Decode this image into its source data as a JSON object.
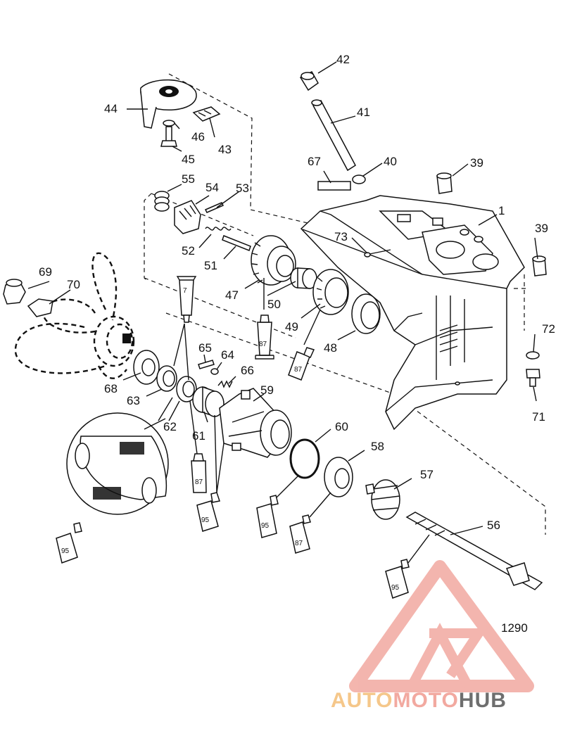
{
  "diagram_id": "1290",
  "callouts": [
    {
      "id": "p1",
      "text": "1"
    },
    {
      "id": "p39a",
      "text": "39"
    },
    {
      "id": "p39b",
      "text": "39"
    },
    {
      "id": "p40",
      "text": "40"
    },
    {
      "id": "p41",
      "text": "41"
    },
    {
      "id": "p42",
      "text": "42"
    },
    {
      "id": "p43",
      "text": "43"
    },
    {
      "id": "p44",
      "text": "44"
    },
    {
      "id": "p45",
      "text": "45"
    },
    {
      "id": "p46",
      "text": "46"
    },
    {
      "id": "p47",
      "text": "47"
    },
    {
      "id": "p48",
      "text": "48"
    },
    {
      "id": "p49",
      "text": "49"
    },
    {
      "id": "p50",
      "text": "50"
    },
    {
      "id": "p51",
      "text": "51"
    },
    {
      "id": "p52",
      "text": "52"
    },
    {
      "id": "p53",
      "text": "53"
    },
    {
      "id": "p54",
      "text": "54"
    },
    {
      "id": "p55",
      "text": "55"
    },
    {
      "id": "p56",
      "text": "56"
    },
    {
      "id": "p57",
      "text": "57"
    },
    {
      "id": "p58",
      "text": "58"
    },
    {
      "id": "p59",
      "text": "59"
    },
    {
      "id": "p60",
      "text": "60"
    },
    {
      "id": "p61",
      "text": "61"
    },
    {
      "id": "p62",
      "text": "62"
    },
    {
      "id": "p63",
      "text": "63"
    },
    {
      "id": "p64",
      "text": "64"
    },
    {
      "id": "p65",
      "text": "65"
    },
    {
      "id": "p66",
      "text": "66"
    },
    {
      "id": "p67",
      "text": "67"
    },
    {
      "id": "p68",
      "text": "68"
    },
    {
      "id": "p69",
      "text": "69"
    },
    {
      "id": "p70",
      "text": "70"
    },
    {
      "id": "p71",
      "text": "71"
    },
    {
      "id": "p72",
      "text": "72"
    },
    {
      "id": "p73",
      "text": "73"
    }
  ],
  "lubricant_tubes": [
    {
      "id": "t7",
      "text": "7"
    },
    {
      "id": "t87a",
      "text": "87"
    },
    {
      "id": "t87b",
      "text": "87"
    },
    {
      "id": "t87c",
      "text": "87"
    },
    {
      "id": "t87d",
      "text": "87"
    },
    {
      "id": "t95a",
      "text": "95"
    },
    {
      "id": "t95b",
      "text": "95"
    },
    {
      "id": "t95c",
      "text": "95"
    },
    {
      "id": "t95d",
      "text": "95"
    }
  ],
  "watermark": {
    "part1": "AUTO",
    "part2": "MOTO",
    "part3": "HUB",
    "color_primary": "#f2a9a0",
    "color_accent": "#f5c78a",
    "color_dark": "#6e6e6e"
  }
}
